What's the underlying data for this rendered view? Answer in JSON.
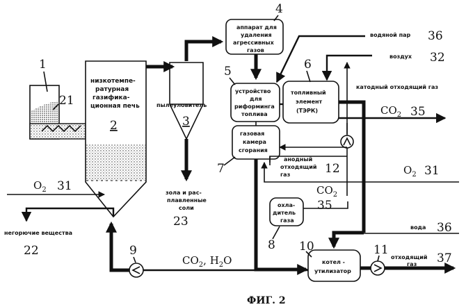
{
  "caption": "ФИГ. 2",
  "refs": {
    "r1": "1",
    "r2": "2",
    "r3": "3",
    "r4": "4",
    "r5": "5",
    "r6": "6",
    "r7": "7",
    "r8": "8",
    "r9": "9",
    "r10": "10",
    "r11": "11",
    "r12": "12",
    "r21": "21",
    "r22": "22",
    "r23": "23",
    "r31a": "31",
    "r31b": "31",
    "r32": "32",
    "r35a": "35",
    "r35b": "35",
    "r36a": "36",
    "r36b": "36",
    "r37": "37"
  },
  "furnace": {
    "line1": "низкотемпе-",
    "line2": "ратурная",
    "line3": "газифика-",
    "line4": "ционная печь"
  },
  "cyclone": {
    "label": "пылеуловитель"
  },
  "apparatus": {
    "line1": "аппарат для",
    "line2": "удаления",
    "line3": "агрессивных",
    "line4": "газов"
  },
  "reformer": {
    "line1": "устройство",
    "line2": "для",
    "line3": "риформинга",
    "line4": "топлива"
  },
  "fuel_cell": {
    "line1": "топливный",
    "line2": "элемент",
    "line3": "(ТЭРК)"
  },
  "combustor": {
    "line1": "газовая",
    "line2": "камера",
    "line3": "сгорания"
  },
  "cooler": {
    "line1": "охла-",
    "line2": "дитель",
    "line3": "газа"
  },
  "boiler": {
    "line1": "котел -",
    "line2": "утилизатор"
  },
  "streams": {
    "steam": "водяной пар",
    "air": "воздух",
    "cathode_exhaust": "катодный отходящий газ",
    "anode_exhaust_1": "анодный",
    "anode_exhaust_2": "отходящий",
    "anode_exhaust_3": "газ",
    "water": "вода",
    "exhaust_1": "отходящий",
    "exhaust_2": "газ",
    "ash_1": "зола и рас-",
    "ash_2": "плавленные",
    "ash_3": "соли",
    "noncombustible": "негорючие вещества"
  },
  "formulas": {
    "co2_top": "CO",
    "co2_top_sub": "2",
    "o2_right": "O",
    "o2_right_sub": "2",
    "o2_left": "O",
    "o2_left_sub": "2",
    "co2_mid": "CO",
    "co2_mid_sub": "2",
    "recycle_co2": "CO",
    "recycle_co2_sub": "2",
    "recycle_h2o": ", H",
    "recycle_h2o_sub": "2",
    "recycle_h2o_tail": "O"
  }
}
